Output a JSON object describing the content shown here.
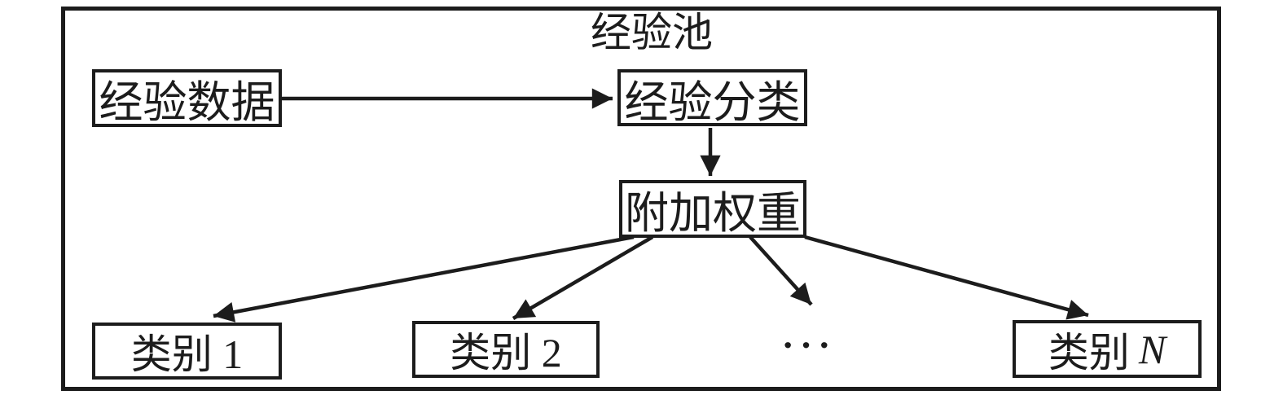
{
  "diagram": {
    "title": "经验池",
    "nodes": {
      "experience_data": {
        "label": "经验数据"
      },
      "experience_classify": {
        "label": "经验分类"
      },
      "attach_weight": {
        "label": "附加权重"
      },
      "category_1": {
        "label": "类别 1"
      },
      "category_2": {
        "label": "类别 2"
      },
      "category_n": {
        "prefix": "类别",
        "var": "N"
      },
      "ellipsis": "···"
    },
    "edges": [
      {
        "from": "经验数据",
        "to": "经验分类"
      },
      {
        "from": "经验分类",
        "to": "附加权重"
      },
      {
        "from": "附加权重",
        "to": "类别 1"
      },
      {
        "from": "附加权重",
        "to": "类别 2"
      },
      {
        "from": "附加权重",
        "to": "···"
      },
      {
        "from": "附加权重",
        "to": "类别 N"
      }
    ],
    "colors": {
      "line": "#1c1c1c",
      "box_fill": "#ffffff",
      "background": "#ffffff"
    }
  }
}
